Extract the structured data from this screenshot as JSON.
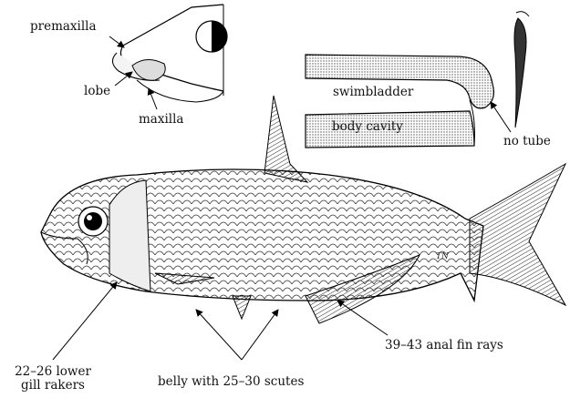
{
  "labels": {
    "premaxilla": "premaxilla",
    "lobe": "lobe",
    "maxilla": "maxilla",
    "swimbladder": "swimbladder",
    "body_cavity": "body cavity",
    "no_tube": "no tube",
    "anal_fin_rays": "39–43 anal fin rays",
    "gill_rakers_line1": "22–26 lower",
    "gill_rakers_line2": "gill rakers",
    "belly_scutes": "belly with 25–30 scutes"
  },
  "signature": "TN"
}
